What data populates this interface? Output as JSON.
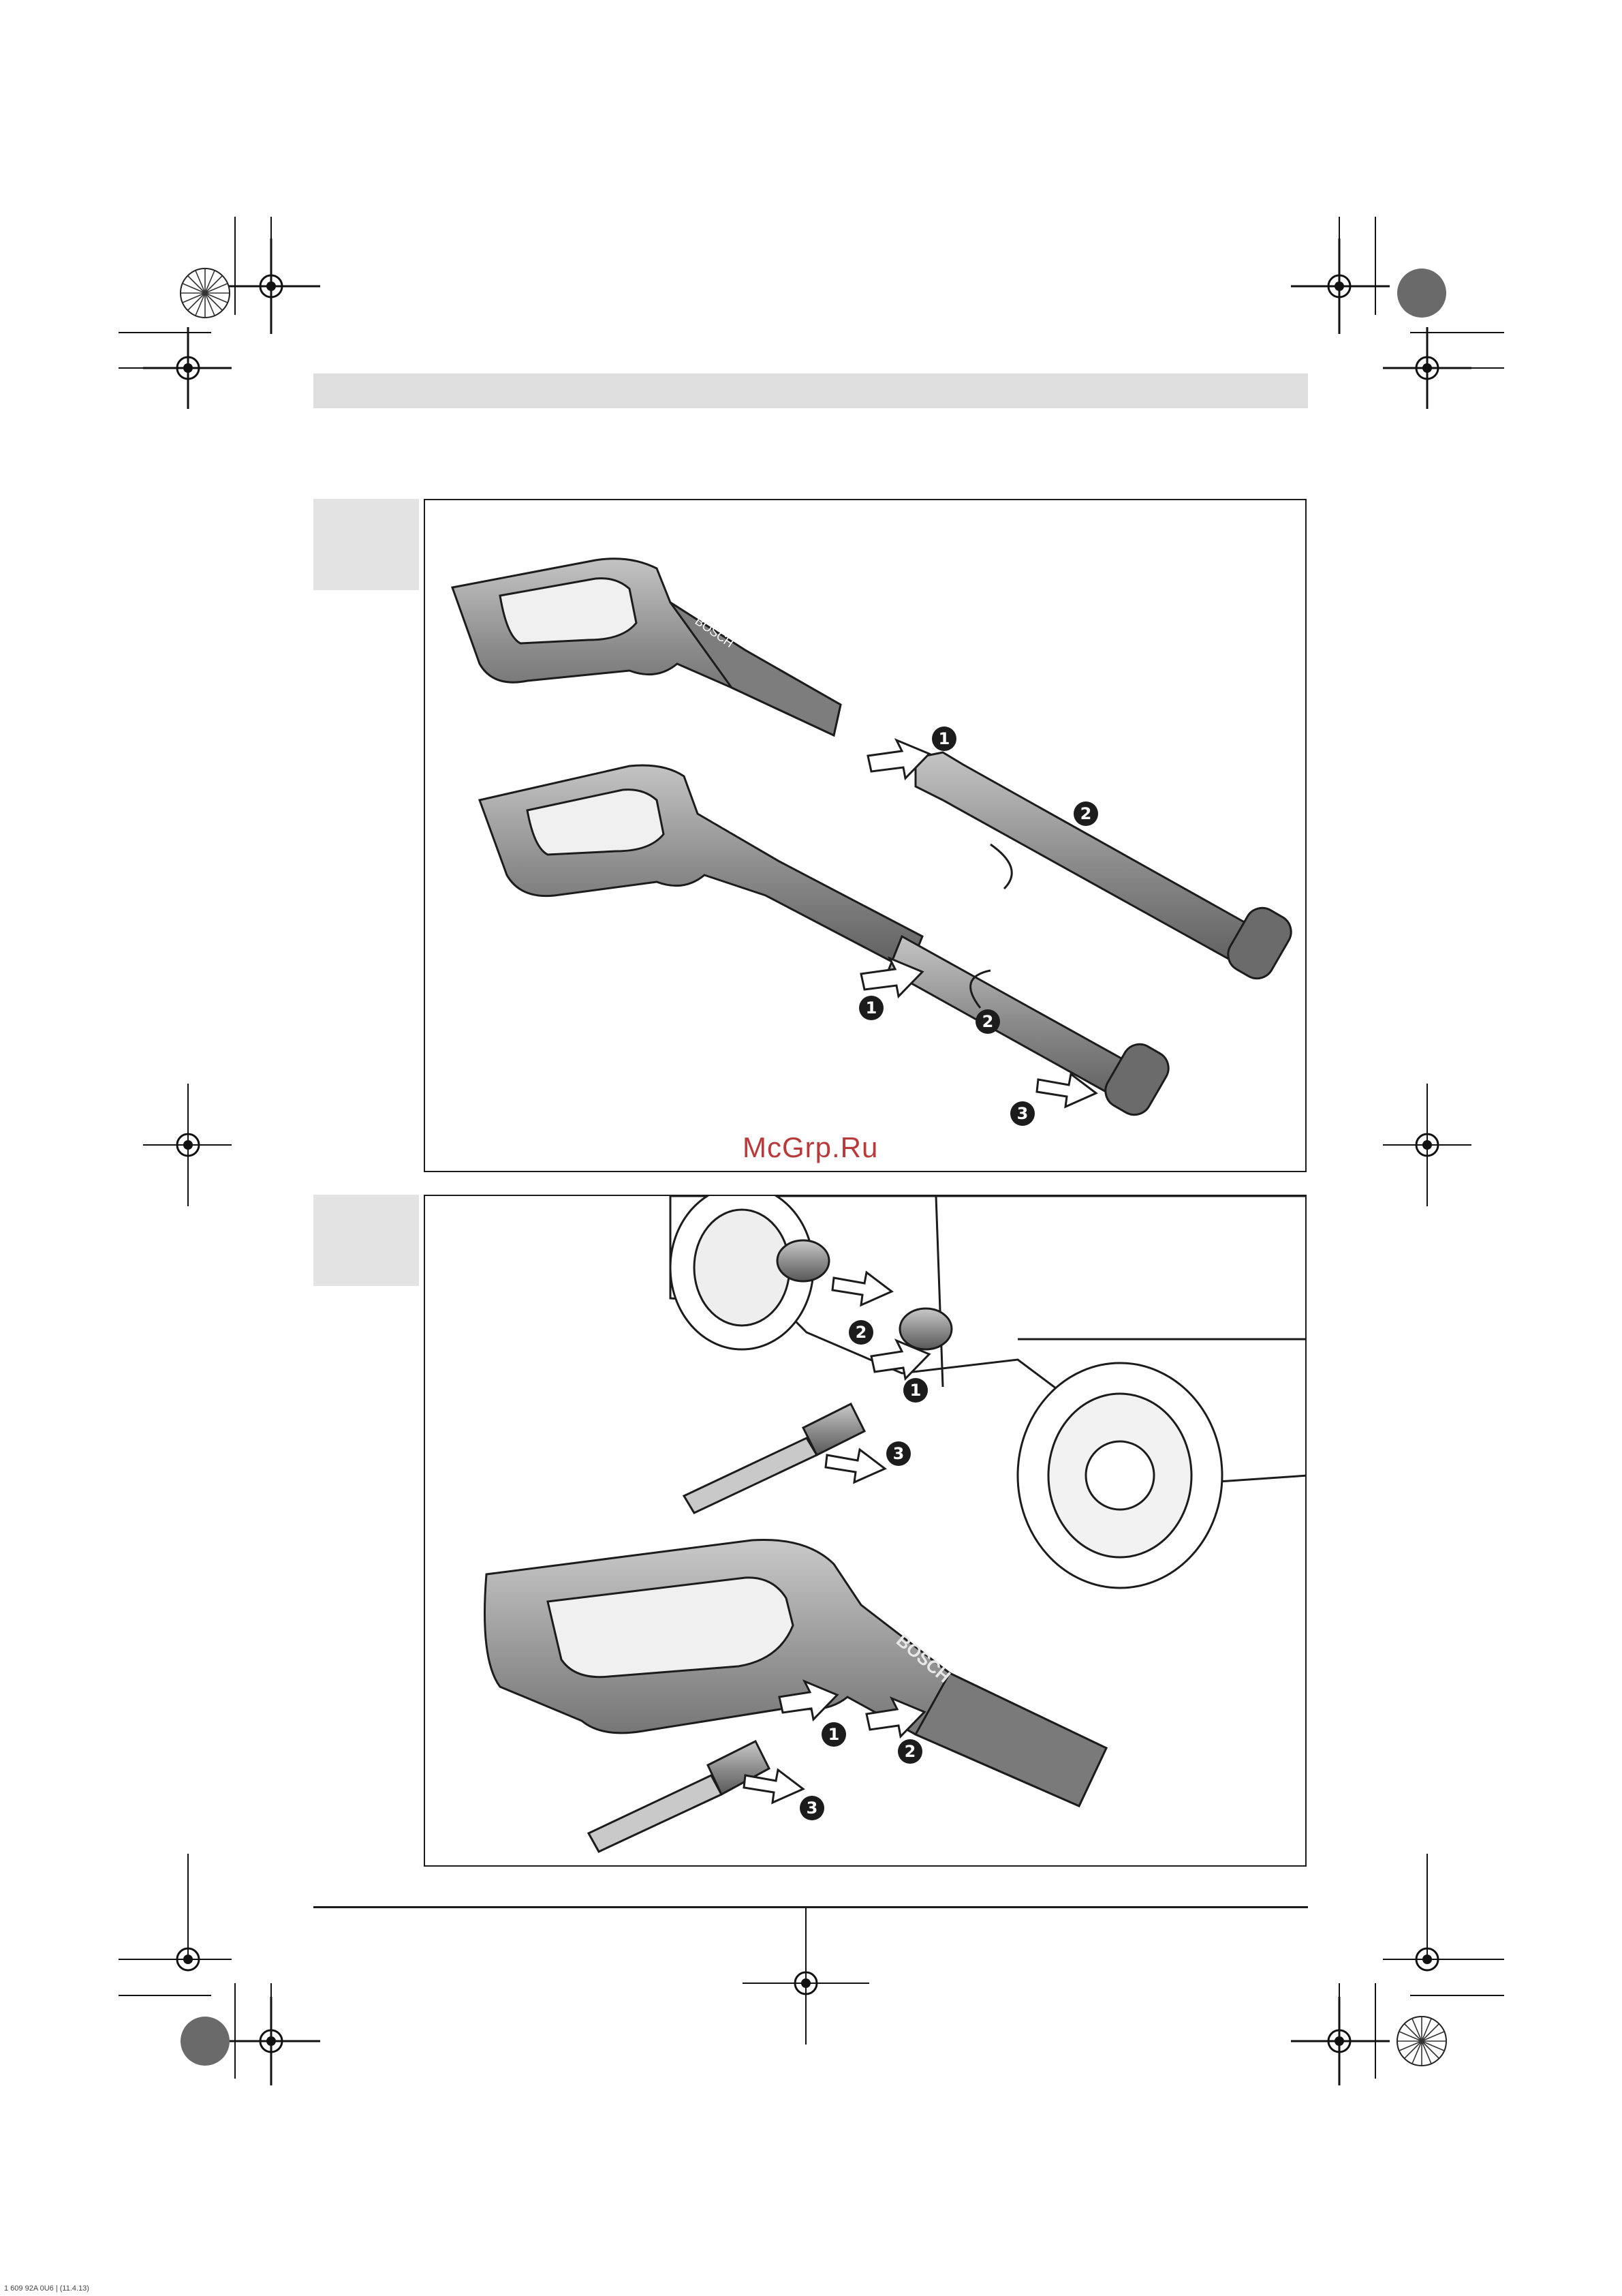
{
  "page": {
    "watermark": "McGrp.Ru",
    "footer_code": "1 609 92A 0U6 | (11.4.13)"
  },
  "figure1": {
    "brand": "BOSCH",
    "steps": [
      "1",
      "2",
      "1",
      "2",
      "3"
    ]
  },
  "figure2": {
    "brand": "BOSCH",
    "steps": [
      "2",
      "1",
      "3",
      "1",
      "2",
      "3"
    ]
  },
  "icons": [
    "registration-mark-icon",
    "color-swatch-icon",
    "arrow-icon"
  ],
  "colors": {
    "ink": "#1c1c1c",
    "grey": "#dedede",
    "metal": "#8f8f8f",
    "watermark": "#b83a3a"
  }
}
